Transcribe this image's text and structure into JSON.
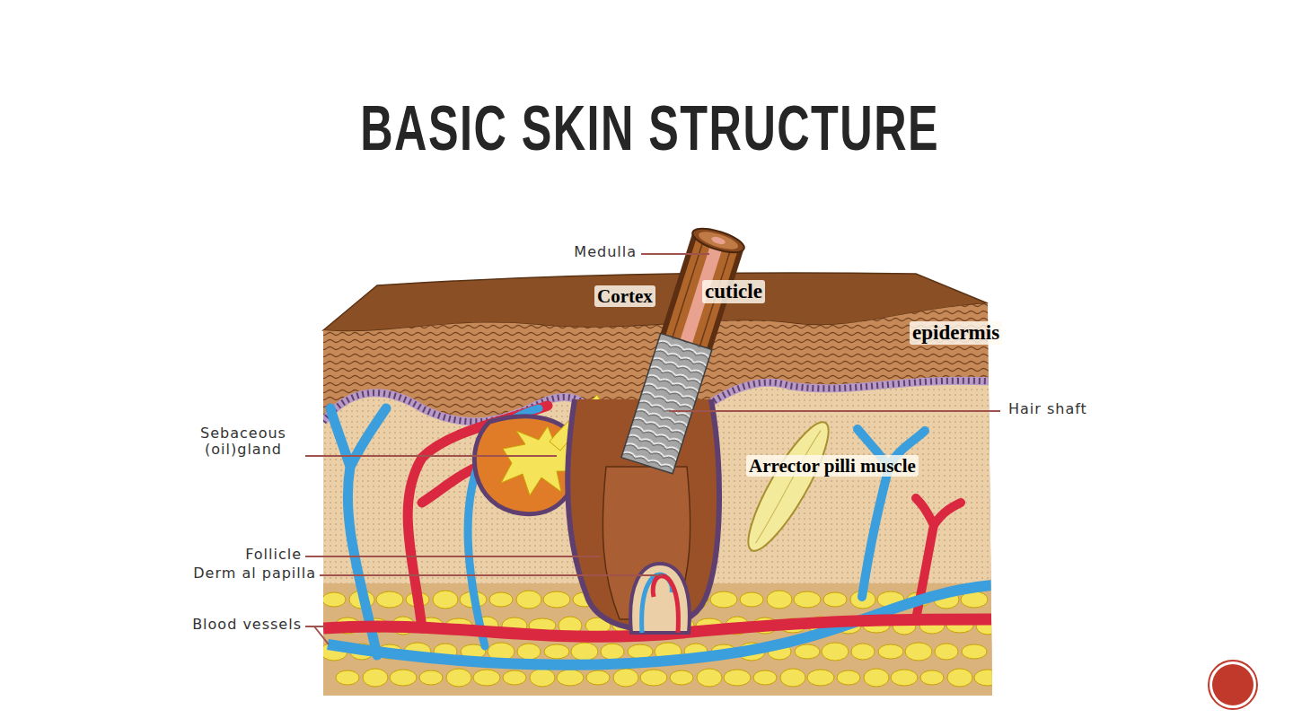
{
  "diagram": {
    "title": "BASIC SKIN STRUCTURE",
    "labels": [
      "Medulla",
      "Cortex",
      "cuticle",
      "epidermis",
      "Hair shaft",
      "Sebaceous (oil)gland",
      "Arrector pilli muscle",
      "Follicle",
      "Derm al papilla",
      "Blood vessels"
    ]
  }
}
